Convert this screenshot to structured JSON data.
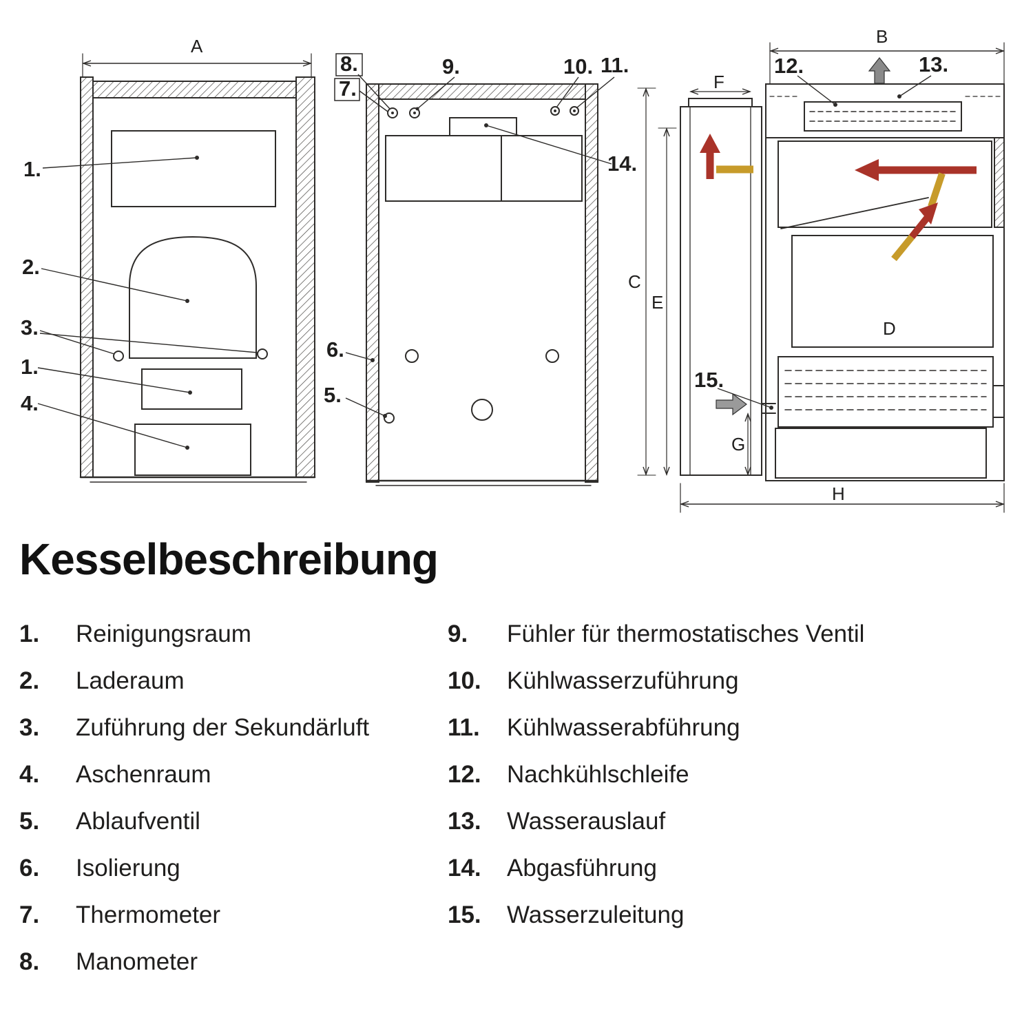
{
  "title": "Kesselbeschreibung",
  "legend": {
    "left": [
      {
        "num": "1.",
        "label": "Reinigungsraum"
      },
      {
        "num": "2.",
        "label": "Laderaum"
      },
      {
        "num": "3.",
        "label": "Zuführung der Sekundärluft"
      },
      {
        "num": "4.",
        "label": "Aschenraum"
      },
      {
        "num": "5.",
        "label": "Ablaufventil"
      },
      {
        "num": "6.",
        "label": "Isolierung"
      },
      {
        "num": "7.",
        "label": "Thermometer"
      },
      {
        "num": "8.",
        "label": "Manometer"
      }
    ],
    "right": [
      {
        "num": "9.",
        "label": "Fühler für thermostatisches Ventil"
      },
      {
        "num": "10.",
        "label": "Kühlwasserzuführung"
      },
      {
        "num": "11.",
        "label": "Kühlwasserabführung"
      },
      {
        "num": "12.",
        "label": "Nachkühlschleife"
      },
      {
        "num": "13.",
        "label": "Wasserauslauf"
      },
      {
        "num": "14.",
        "label": "Abgasführung"
      },
      {
        "num": "15.",
        "label": "Wasserzuleitung"
      }
    ]
  },
  "diagram": {
    "left_view": {
      "dim_a": "A",
      "callout_1a": "1.",
      "callout_2": "2.",
      "callout_3": "3.",
      "callout_1b": "1.",
      "callout_4": "4."
    },
    "middle_view": {
      "callout_8": "8.",
      "callout_7": "7.",
      "callout_9": "9.",
      "callout_10": "10.",
      "callout_11": "11.",
      "callout_14": "14.",
      "callout_6": "6.",
      "callout_5": "5."
    },
    "right_view": {
      "dim_b": "B",
      "dim_c": "C",
      "dim_d": "D",
      "dim_e": "E",
      "dim_f": "F",
      "dim_g": "G",
      "dim_h": "H",
      "callout_12": "12.",
      "callout_13": "13.",
      "callout_15": "15."
    },
    "colors": {
      "line": "#2e2c2a",
      "flow_hot": "#a93329",
      "flow_warm": "#c79b2a"
    }
  }
}
